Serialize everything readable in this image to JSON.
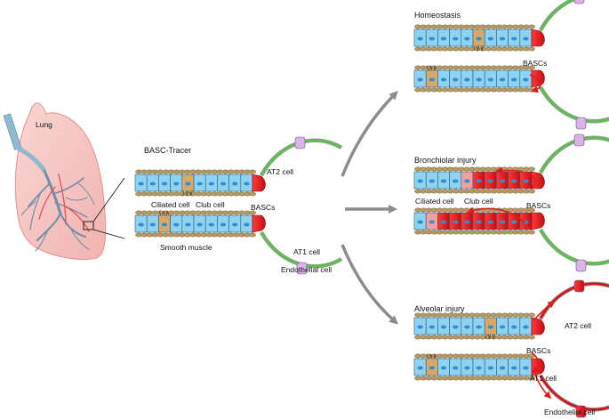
{
  "overview": {
    "lung_label": "Lung"
  },
  "tracer": {
    "title": "BASC-Tracer",
    "labels": {
      "at2": "AT2 cell",
      "ciliated": "Ciliated cell",
      "club": "Club cell",
      "bascs": "BASCs",
      "smooth_muscle": "Smooth muscle",
      "at1": "AT1 cell",
      "endothelial": "Endothelial cell"
    }
  },
  "panels": {
    "homeostasis": {
      "title": "Homeostasis",
      "bascs": "BASCs"
    },
    "bronchiolar": {
      "title": "Bronchiolar injury",
      "ciliated": "Ciliated cell",
      "club": "Club cell",
      "bascs": "BASCs"
    },
    "alveolar": {
      "title": "Alveolar injury",
      "at2": "AT2 cell",
      "bascs": "BASCs",
      "at1": "AT1 cell",
      "endothelial": "Endothelial cell"
    }
  },
  "colors": {
    "lung_fill": "#f6c7c5",
    "lung_stroke": "#e8908c",
    "airway": "#8fb9cf",
    "cell_blue": "#8fd3f0",
    "nucleus": "#2f8fd0",
    "club_red": "#e3141b",
    "muscle": "#b79a63",
    "alveolar_green": "#59c24b",
    "at2_purple": "#d9b4e6",
    "arrow_gray": "#8c8c8c",
    "arrow_red": "#e01b1b"
  },
  "icons": {
    "ciliated_cell": "ciliated-cell-icon",
    "arrow": "gray-arrow-icon",
    "lineage_arrow": "red-curved-arrow-icon"
  }
}
